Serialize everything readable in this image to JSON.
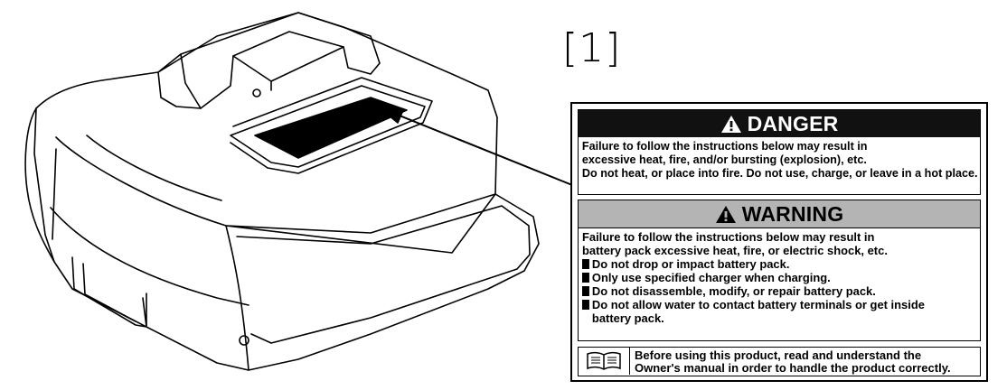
{
  "figure": {
    "number": "[1]"
  },
  "label": {
    "danger": {
      "heading": "DANGER",
      "lines": [
        "Failure to follow the instructions below may result in",
        "excessive heat, fire, and/or bursting (explosion), etc.",
        "Do not heat, or place into fire. Do not use, charge, or leave in a hot place."
      ]
    },
    "warning": {
      "heading": "WARNING",
      "intro": [
        "Failure to follow the instructions below may result in",
        "battery pack excessive heat, fire, or electric shock, etc."
      ],
      "bullets": [
        "Do not drop or impact battery pack.",
        "Only use specified charger when charging.",
        "Do not disassemble, modify, or repair battery pack.",
        "Do not allow water to contact battery terminals or get inside"
      ],
      "bullet_continuation": "battery pack."
    },
    "manual": {
      "icon": "book-icon",
      "lines": [
        "Before using this product, read and understand the",
        "Owner's manual in order to handle the product correctly."
      ]
    }
  }
}
